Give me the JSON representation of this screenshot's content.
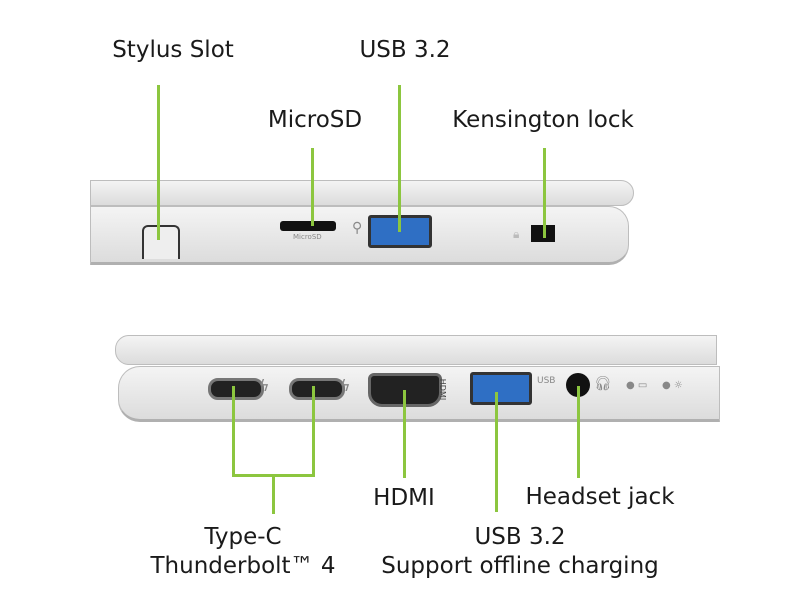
{
  "labels": {
    "stylus_slot": "Stylus Slot",
    "usb_top": "USB 3.2",
    "microsd": "MicroSD",
    "kensington": "Kensington lock",
    "hdmi": "HDMI",
    "headset": "Headset jack",
    "typec_line1": "Type-C",
    "typec_line2": "Thunderbolt™ 4",
    "usb_bottom_line1": "USB 3.2",
    "usb_bottom_line2": "Support offline charging"
  },
  "port_markings": {
    "microsd": "MicroSD",
    "usb": "USB",
    "hdmi": "HDMI"
  },
  "colors": {
    "callout": "#8cc63f",
    "usb_blue": "#2f6fc4"
  }
}
